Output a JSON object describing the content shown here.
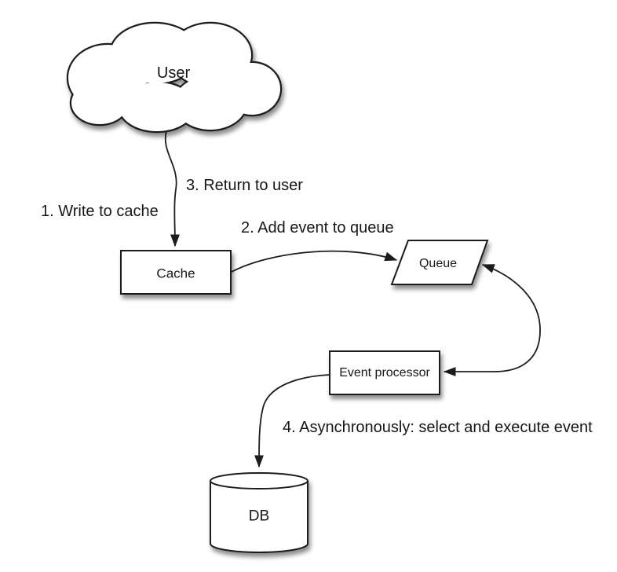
{
  "diagram": {
    "nodes": {
      "user": {
        "label": "User",
        "shape": "cloud"
      },
      "cache": {
        "label": "Cache",
        "shape": "rectangle"
      },
      "queue": {
        "label": "Queue",
        "shape": "parallelogram"
      },
      "event_processor": {
        "label": "Event processor",
        "shape": "rectangle"
      },
      "db": {
        "label": "DB",
        "shape": "cylinder"
      }
    },
    "steps": {
      "step1": "1. Write to cache",
      "step2": "2. Add event to queue",
      "step3": "3. Return to user",
      "step4": "4. Asynchronously: select and execute event"
    },
    "edges": {
      "user_to_cache": "User -> Cache",
      "cache_to_queue": "Cache -> Queue",
      "queue_event_processor": "Queue <-> Event processor",
      "event_processor_to_db": "Event processor -> DB"
    },
    "colors": {
      "stroke": "#1c1c1c",
      "node_fill": "#ffffff",
      "background": "#ffffff",
      "text": "#161616"
    }
  }
}
